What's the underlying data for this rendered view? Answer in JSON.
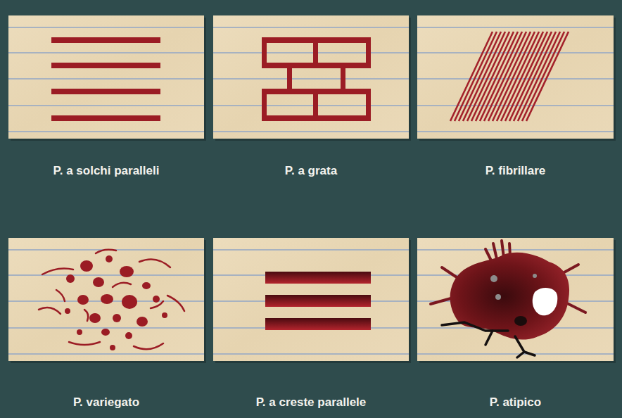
{
  "diagram": {
    "nodes": [
      {
        "text": [
          "P. a solchi paralleli"
        ]
      },
      {
        "text": [
          "P. a grata"
        ]
      },
      {
        "text": [
          "P. fibrillare"
        ]
      },
      {
        "text": [
          "P. variegato"
        ]
      },
      {
        "text": [
          "P. a creste parallele"
        ]
      },
      {
        "text": [
          "P. atipico"
        ]
      }
    ]
  }
}
